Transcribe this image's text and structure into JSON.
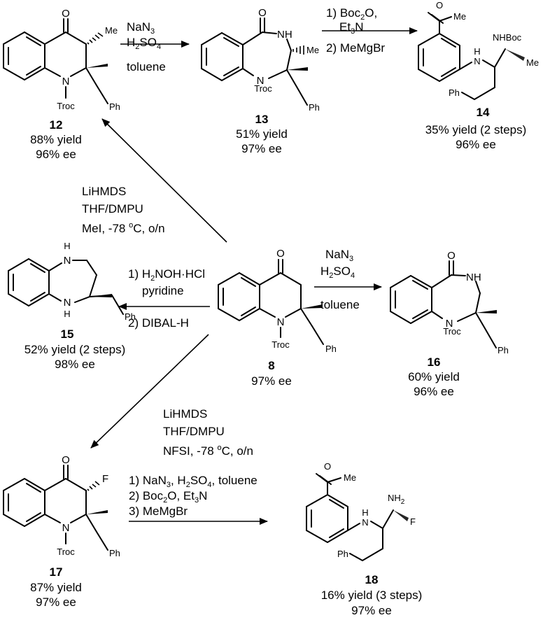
{
  "scheme": {
    "compounds": {
      "c12": {
        "number": "12",
        "yield": "88% yield",
        "ee": "96% ee",
        "atoms": {
          "o": "O",
          "me": "Me",
          "n": "N",
          "troc": "Troc",
          "ph": "Ph"
        }
      },
      "c13": {
        "number": "13",
        "yield": "51% yield",
        "ee": "97% ee",
        "atoms": {
          "o": "O",
          "nh": "NH",
          "me": "Me",
          "n": "N",
          "troc": "Troc",
          "ph": "Ph"
        }
      },
      "c14": {
        "number": "14",
        "yield": "35% yield (2 steps)",
        "ee": "96% ee",
        "atoms": {
          "o": "O",
          "me_ketone": "Me",
          "h": "H",
          "n": "N",
          "nhboc": "NHBoc",
          "me": "Me",
          "ph": "Ph"
        }
      },
      "c8": {
        "number": "8",
        "ee": "97% ee",
        "atoms": {
          "o": "O",
          "n": "N",
          "troc": "Troc",
          "ph": "Ph"
        }
      },
      "c15": {
        "number": "15",
        "yield": "52% yield (2 steps)",
        "ee": "98% ee",
        "atoms": {
          "h_top": "H",
          "n_top": "N",
          "n_bot": "N",
          "h_bot": "H",
          "ph": "Ph"
        }
      },
      "c16": {
        "number": "16",
        "yield": "60% yield",
        "ee": "96% ee",
        "atoms": {
          "o": "O",
          "nh": "NH",
          "n": "N",
          "troc": "Troc",
          "ph": "Ph"
        }
      },
      "c17": {
        "number": "17",
        "yield": "87% yield",
        "ee": "97% ee",
        "atoms": {
          "o": "O",
          "f": "F",
          "n": "N",
          "troc": "Troc",
          "ph": "Ph"
        }
      },
      "c18": {
        "number": "18",
        "yield": "16% yield (3 steps)",
        "ee": "97% ee",
        "atoms": {
          "o": "O",
          "me": "Me",
          "h": "H",
          "n": "N",
          "nh2": "NH",
          "nh2_sub": "2",
          "f": "F",
          "ph": "Ph"
        }
      }
    },
    "conditions": {
      "r12_13": {
        "l1": "NaN",
        "l1_sub": "3",
        "l2a": "H",
        "l2_sub": "2",
        "l2b": "SO",
        "l2_sub2": "4",
        "l3": "toluene"
      },
      "r13_14": {
        "l1a": "1) Boc",
        "l1_sub": "2",
        "l1b": "O,",
        "l2a": "Et",
        "l2_sub": "3",
        "l2b": "N",
        "l3": "2) MeMgBr"
      },
      "r8_12": {
        "l1": "LiHMDS",
        "l2": "THF/DMPU",
        "l3a": "MeI, -78 ",
        "l3_sup": "o",
        "l3b": "C, o/n"
      },
      "r8_15": {
        "l1a": "1) H",
        "l1_sub": "2",
        "l1b": "NOH·HCl",
        "l2": "pyridine",
        "l3": "2) DIBAL-H"
      },
      "r8_16": {
        "l1": "NaN",
        "l1_sub": "3",
        "l2a": "H",
        "l2_sub": "2",
        "l2b": "SO",
        "l2_sub2": "4",
        "l3": "toluene"
      },
      "r8_17": {
        "l1": "LiHMDS",
        "l2": "THF/DMPU",
        "l3a": "NFSI, -78 ",
        "l3_sup": "o",
        "l3b": "C, o/n"
      },
      "r17_18": {
        "l1a": "1) NaN",
        "l1_sub": "3",
        "l1b": ", H",
        "l1_sub2": "2",
        "l1c": "SO",
        "l1_sub3": "4",
        "l1d": ", toluene",
        "l2a": "2) Boc",
        "l2_sub": "2",
        "l2b": "O, Et",
        "l2_sub2": "3",
        "l2c": "N",
        "l3": "3) MeMgBr"
      }
    }
  }
}
